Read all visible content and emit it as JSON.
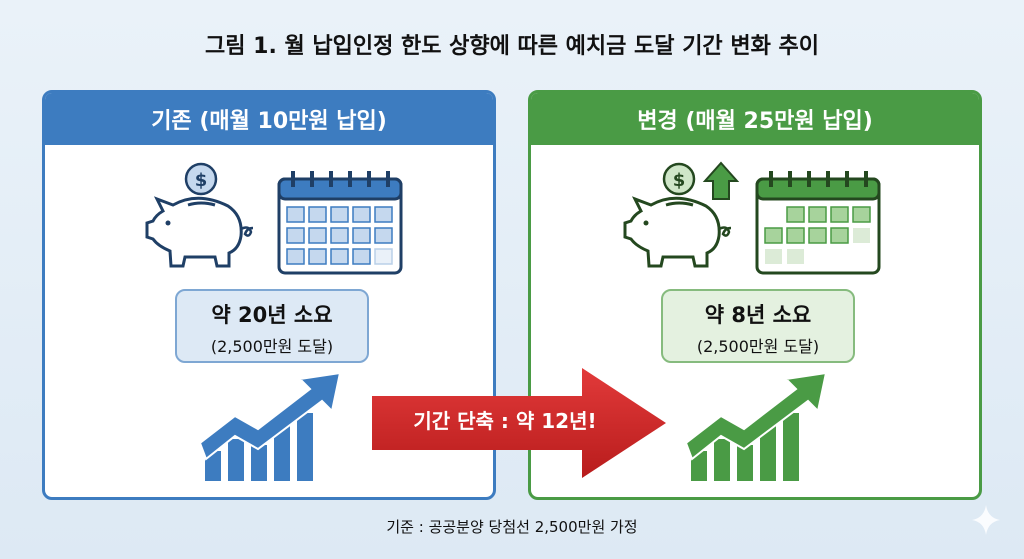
{
  "title": "그림 1. 월 납입인정 한도 상향에 따른 예치금 도달 기간 변화 추이",
  "left": {
    "header": "기존 (매월 10만원 납입)",
    "duration": "약 20년 소요",
    "target": "(2,500만원 도달)",
    "color": "#3d7cc0",
    "icons": [
      "piggy-bank-icon",
      "calendar-icon",
      "bar-chart-icon"
    ]
  },
  "right": {
    "header": "변경 (매월 25만원 납입)",
    "duration": "약 8년 소요",
    "target": "(2,500만원 도달)",
    "color": "#4a9b45",
    "icons": [
      "piggy-bank-icon",
      "up-arrow-icon",
      "calendar-icon",
      "bar-chart-icon"
    ]
  },
  "arrow": {
    "label": "기간 단축 : 약 12년!",
    "color": "#d62a2a"
  },
  "footer": "기준 : 공공분양 당첨선 2,500만원 가정"
}
